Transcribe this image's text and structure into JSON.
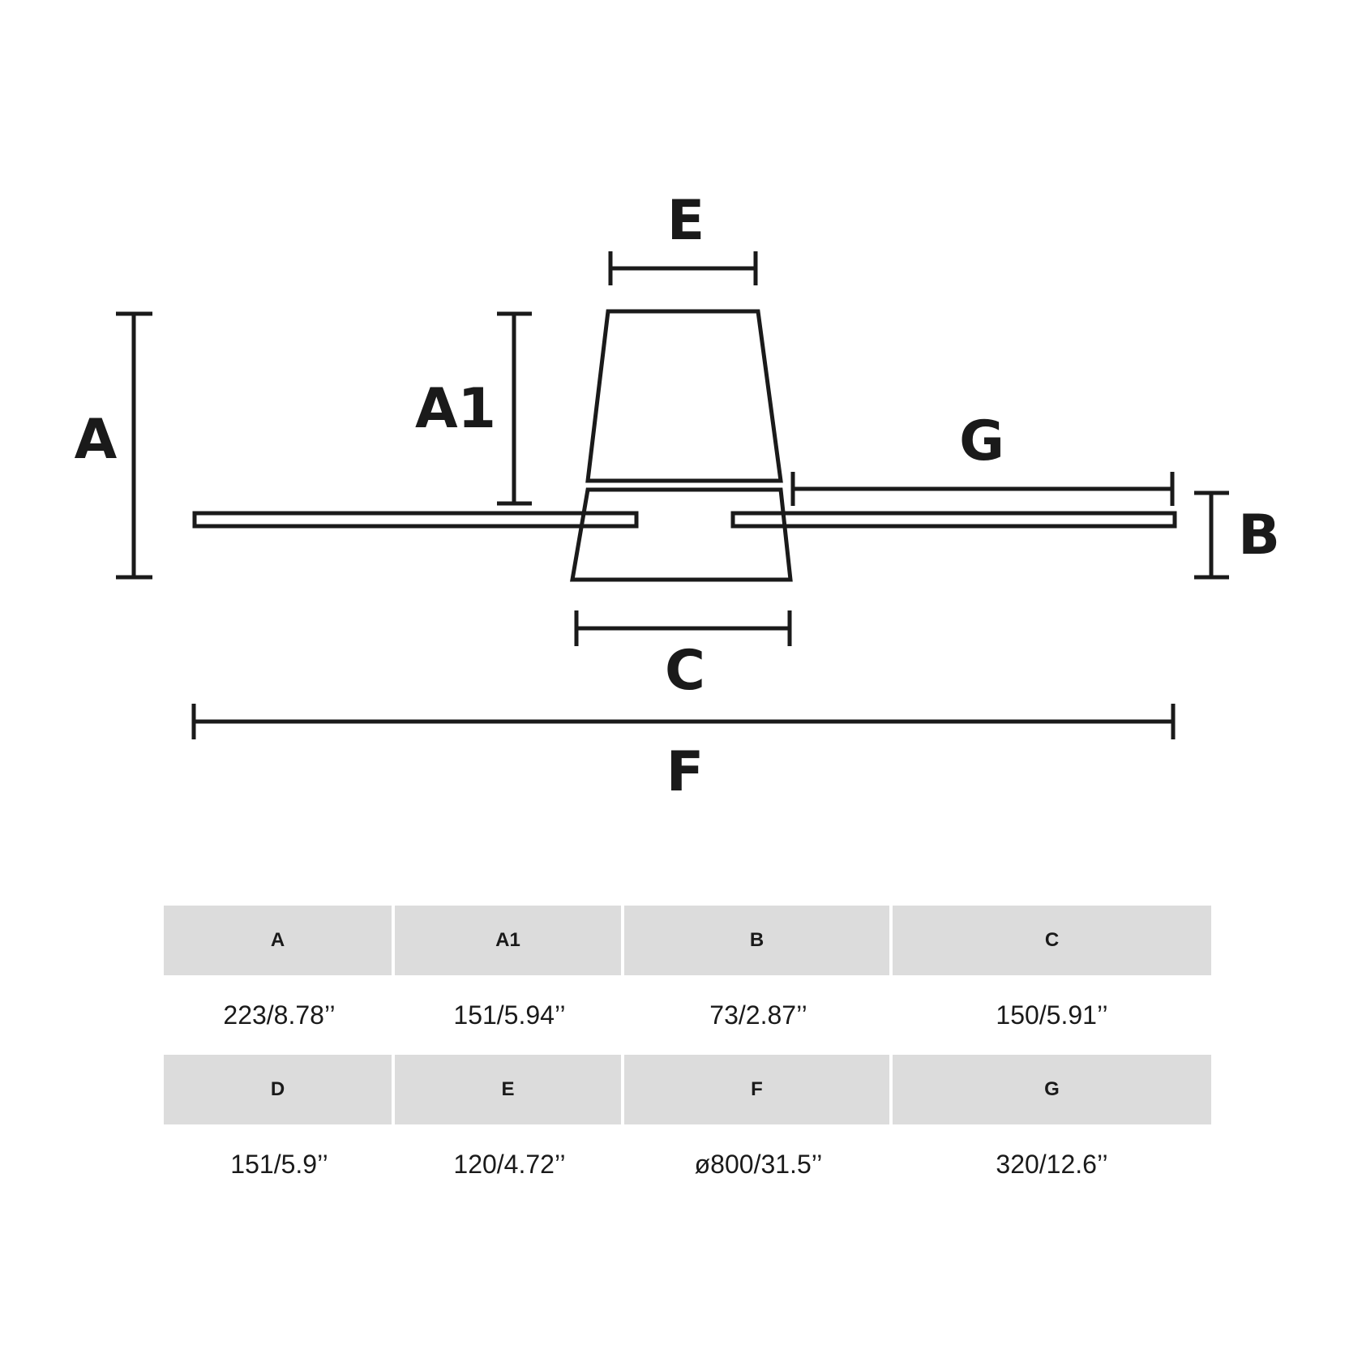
{
  "diagram": {
    "labels": {
      "A": "A",
      "A1": "A1",
      "B": "B",
      "C": "C",
      "E": "E",
      "F": "F",
      "G": "G"
    },
    "line_color": "#1a1a1a"
  },
  "table": {
    "header_bg": "#dcdcdc",
    "row1": {
      "headers": [
        "A",
        "A1",
        "B",
        "C"
      ],
      "values": [
        "223/8.78’’",
        "151/5.94’’",
        "73/2.87’’",
        "150/5.91’’"
      ]
    },
    "row2": {
      "headers": [
        "D",
        "E",
        "F",
        "G"
      ],
      "values": [
        "151/5.9’’",
        "120/4.72’’",
        "ø800/31.5’’",
        "320/12.6’’"
      ]
    }
  }
}
